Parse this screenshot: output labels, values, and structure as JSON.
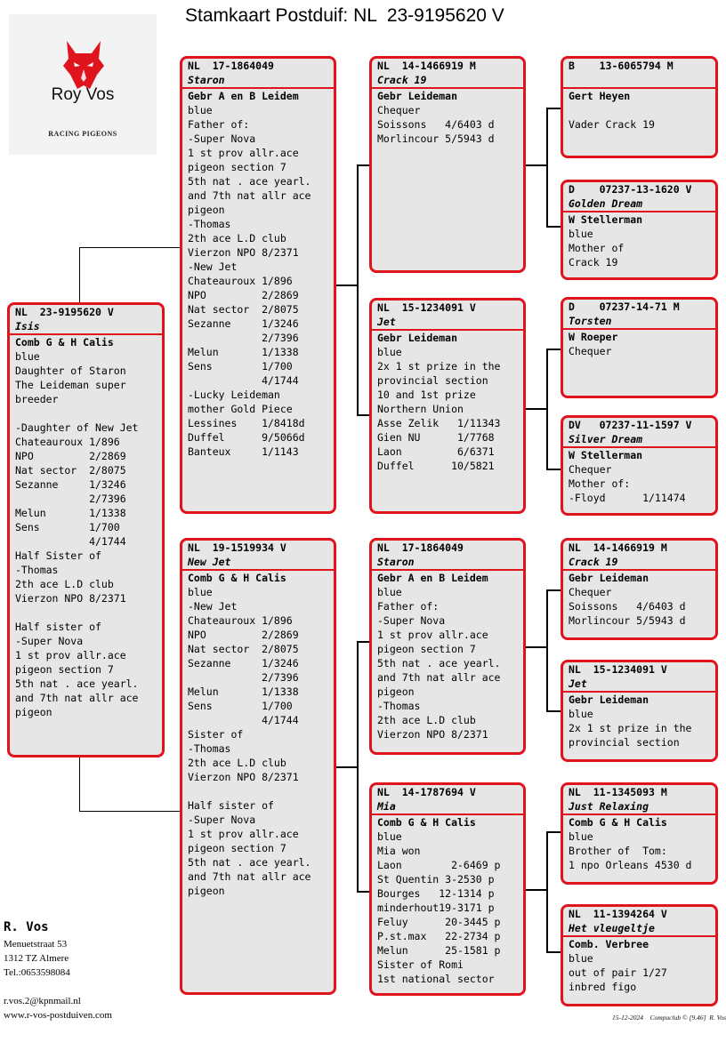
{
  "title": "Stamkaart Postduif: NL  23-9195620 V",
  "logo": {
    "name": "Roy Vos",
    "subtitle": "RACING PIGEONS",
    "icon": "wolf-head-icon",
    "accent": "#e0141c"
  },
  "owner": {
    "name": "R. Vos",
    "address_line1": "Menuetstraat 53",
    "address_line2": "1312 TZ  Almere",
    "phone": "Tel.:0653598084",
    "email": "r.vos.2@kpnmail.nl",
    "website": "www.r-vos-postduiven.com"
  },
  "footer": "15-12-2024    Compuclub © [9.46]  R. Vos",
  "colors": {
    "card_border": "#e0141c",
    "card_background": "#e6e6e6"
  },
  "pedigree": {
    "subject": {
      "ring": "NL  23-9195620 V",
      "name": "Isis",
      "owner": "Comb G & H Calis",
      "lines": [
        "blue",
        "Daughter of Staron",
        "The Leideman super",
        "breeder",
        "",
        "-Daughter of New Jet",
        "Chateauroux 1/896",
        "NPO         2/2869",
        "Nat sector  2/8075",
        "Sezanne     1/3246",
        "            2/7396",
        "Melun       1/1338",
        "Sens        1/700",
        "            4/1744",
        "Half Sister of",
        "-Thomas",
        "2th ace L.D club",
        "Vierzon NPO 8/2371",
        "",
        "Half sister of",
        "-Super Nova",
        "1 st prov allr.ace",
        "pigeon section 7",
        "5th nat . ace yearl.",
        "and 7th nat allr ace",
        "pigeon"
      ]
    },
    "sire": {
      "ring": "NL  17-1864049",
      "name": "Staron",
      "owner": "Gebr A en B Leidem",
      "lines": [
        "blue",
        "Father of:",
        "-Super Nova",
        "1 st prov allr.ace",
        "pigeon section 7",
        "5th nat . ace yearl.",
        "and 7th nat allr ace",
        "pigeon",
        "-Thomas",
        "2th ace L.D club",
        "Vierzon NPO 8/2371",
        "-New Jet",
        "Chateauroux 1/896",
        "NPO         2/2869",
        "Nat sector  2/8075",
        "Sezanne     1/3246",
        "            2/7396",
        "Melun       1/1338",
        "Sens        1/700",
        "            4/1744",
        "-Lucky Leideman",
        "mother Gold Piece",
        "Lessines    1/8418d",
        "Duffel      9/5066d",
        "Banteux     1/1143"
      ]
    },
    "dam": {
      "ring": "NL  19-1519934 V",
      "name": "New Jet",
      "owner": "Comb G & H Calis",
      "lines": [
        "blue",
        "-New Jet",
        "Chateauroux 1/896",
        "NPO         2/2869",
        "Nat sector  2/8075",
        "Sezanne     1/3246",
        "            2/7396",
        "Melun       1/1338",
        "Sens        1/700",
        "            4/1744",
        "Sister of",
        "-Thomas",
        "2th ace L.D club",
        "Vierzon NPO 8/2371",
        "",
        "Half sister of",
        "-Super Nova",
        "1 st prov allr.ace",
        "pigeon section 7",
        "5th nat . ace yearl.",
        "and 7th nat allr ace",
        "pigeon"
      ]
    },
    "ss": {
      "ring": "NL  14-1466919 M",
      "name": "Crack 19",
      "owner": "Gebr Leideman",
      "lines": [
        "Chequer",
        "Soissons   4/6403 d",
        "Morlincour 5/5943 d"
      ]
    },
    "sd": {
      "ring": "NL  15-1234091 V",
      "name": "Jet",
      "owner": "Gebr Leideman",
      "lines": [
        "blue",
        "2x 1 st prize in the",
        "provincial section",
        "10 and 1st prize",
        "Northern Union",
        "Asse Zelik   1/11343",
        "Gien NU      1/7768",
        "Laon         6/6371",
        "Duffel      10/5821"
      ]
    },
    "ds": {
      "ring": "NL  17-1864049",
      "name": "Staron",
      "owner": "Gebr A en B Leidem",
      "lines": [
        "blue",
        "Father of:",
        "-Super Nova",
        "1 st prov allr.ace",
        "pigeon section 7",
        "5th nat . ace yearl.",
        "and 7th nat allr ace",
        "pigeon",
        "-Thomas",
        "2th ace L.D club",
        "Vierzon NPO 8/2371"
      ]
    },
    "dd": {
      "ring": "NL  14-1787694 V",
      "name": "Mia",
      "owner": "Comb G & H Calis",
      "lines": [
        "blue",
        "Mia won",
        "Laon        2-6469 p",
        "St Quentin 3-2530 p",
        "Bourges   12-1314 p",
        "minderhout19-3171 p",
        "Feluy      20-3445 p",
        "P.st.max   22-2734 p",
        "Melun      25-1581 p",
        "Sister of Romi",
        "1st national sector"
      ]
    },
    "sss": {
      "ring": "B    13-6065794 M",
      "name": "",
      "owner": "Gert Heyen",
      "lines": [
        "",
        "Vader Crack 19"
      ]
    },
    "ssd": {
      "ring": "D    07237-13-1620 V",
      "name": "Golden Dream",
      "owner": "W Stellerman",
      "lines": [
        "blue",
        "Mother of",
        "Crack 19"
      ]
    },
    "sds": {
      "ring": "D    07237-14-71 M",
      "name": "Torsten",
      "owner": "W Roeper",
      "lines": [
        "Chequer"
      ]
    },
    "sdd": {
      "ring": "DV   07237-11-1597 V",
      "name": "Silver Dream",
      "owner": "W Stellerman",
      "lines": [
        "Chequer",
        "Mother of:",
        "-Floyd      1/11474"
      ]
    },
    "dss": {
      "ring": "NL  14-1466919 M",
      "name": "Crack 19",
      "owner": "Gebr Leideman",
      "lines": [
        "Chequer",
        "Soissons   4/6403 d",
        "Morlincour 5/5943 d"
      ]
    },
    "dsd": {
      "ring": "NL  15-1234091 V",
      "name": "Jet",
      "owner": "Gebr Leideman",
      "lines": [
        "blue",
        "2x 1 st prize in the",
        "provincial section"
      ]
    },
    "dds": {
      "ring": "NL  11-1345093 M",
      "name": "Just Relaxing",
      "owner": "Comb G & H Calis",
      "lines": [
        "blue",
        "Brother of  Tom:",
        "1 npo Orleans 4530 d"
      ]
    },
    "ddd": {
      "ring": "NL  11-1394264 V",
      "name": "Het vleugeltje",
      "owner": "Comb. Verbree",
      "lines": [
        "blue",
        "out of pair 1/27",
        "inbred figo"
      ]
    }
  }
}
